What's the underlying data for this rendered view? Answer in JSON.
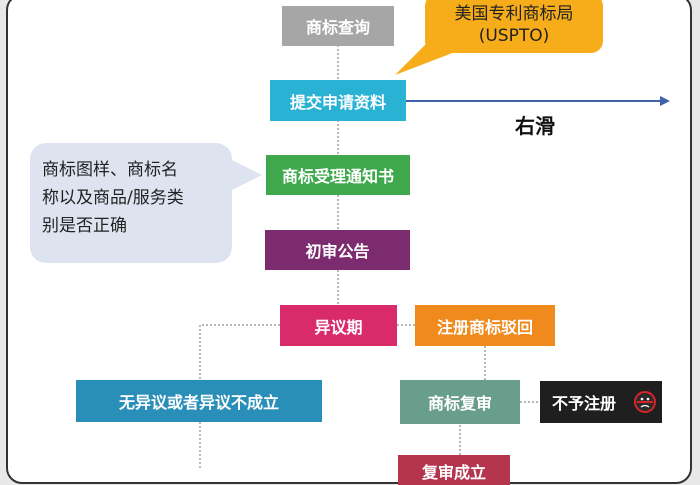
{
  "nodes": {
    "trademark_search": "商标查询",
    "submit_application": "提交申请资料",
    "acceptance_notice": "商标受理通知书",
    "preliminary_announcement": "初审公告",
    "opposition_period": "异议期",
    "no_opposition": "无异议或者异议不成立",
    "registration_rejected": "注册商标驳回",
    "trademark_review": "商标复审",
    "not_registered": "不予注册",
    "review_established": "复审成立"
  },
  "callouts": {
    "uspto_line1": "美国专利商标局",
    "uspto_line2": "(USPTO)",
    "check_line1": "商标图样、商标名",
    "check_line2": "称以及商品/服务类",
    "check_line3": "别是否正确"
  },
  "side_label": "右滑",
  "colors": {
    "search": "#a6a6a6",
    "submit": "#29b2d4",
    "acceptance": "#3fa84c",
    "announcement": "#7b2b6e",
    "opposition": "#d92b6a",
    "rejected": "#f08a1c",
    "no_opposition": "#2a8fb8",
    "review": "#6a9e8c",
    "not_registered": "#1f1f1f",
    "review_established": "#b5344e",
    "uspto_bubble": "#f7ad19",
    "check_bubble": "#dde4f0",
    "arrow": "#3f62a8"
  }
}
